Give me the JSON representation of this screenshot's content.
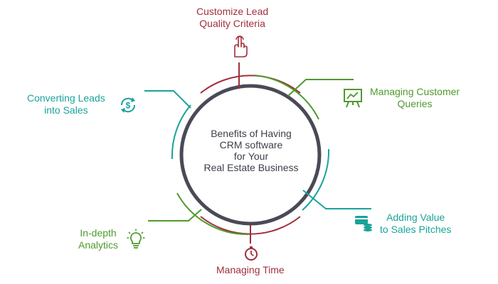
{
  "colors": {
    "red": "#a12f3b",
    "teal": "#19a39a",
    "green": "#4f9a2e",
    "center_ring": "#4a4a57",
    "center_text": "#3e3e4a"
  },
  "center": {
    "lines": [
      "Benefits of Having",
      "CRM software",
      "for Your",
      "Real Estate Business"
    ]
  },
  "benefits": [
    {
      "id": "customize",
      "lines": [
        "Customize Lead",
        "Quality Criteria"
      ],
      "color": "red",
      "icon": "pointing-hand-icon"
    },
    {
      "id": "managing-queries",
      "lines": [
        "Managing Customer",
        "Queries"
      ],
      "color": "green",
      "icon": "presentation-board-icon"
    },
    {
      "id": "adding-value",
      "lines": [
        "Adding Value",
        "to Sales Pitches"
      ],
      "color": "teal",
      "icon": "money-cards-icon"
    },
    {
      "id": "managing-time",
      "lines": [
        "Managing Time"
      ],
      "color": "red",
      "icon": "stopwatch-icon"
    },
    {
      "id": "analytics",
      "lines": [
        "In-depth",
        "Analytics"
      ],
      "color": "green",
      "icon": "lightbulb-icon"
    },
    {
      "id": "converting",
      "lines": [
        "Converting Leads",
        "into Sales"
      ],
      "color": "teal",
      "icon": "dollar-cycle-icon"
    }
  ]
}
